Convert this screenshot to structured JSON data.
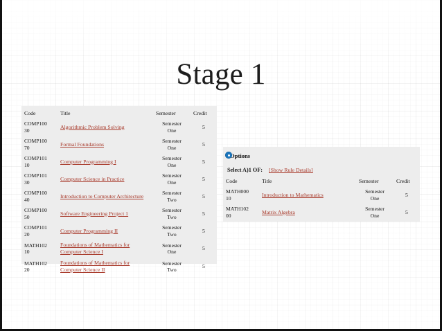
{
  "slide": {
    "title": "Stage 1",
    "link_color": "#a8392a",
    "panel_bg": "#ededed",
    "badge_color": "#1b75bb"
  },
  "core_table": {
    "headers": {
      "code": "Code",
      "title": "Title",
      "semester": "Semester",
      "credit": "Credit"
    },
    "rows": [
      {
        "code": "COMP100\n30",
        "title": "Algorithmic Problem Solving",
        "semester": "Semester\nOne",
        "credit": "5"
      },
      {
        "code": "COMP100\n70",
        "title": "Formal Foundations",
        "semester": "Semester\nOne",
        "credit": "5"
      },
      {
        "code": "COMP101\n10",
        "title": "Computer Programming I",
        "semester": "Semester\nOne",
        "credit": "5"
      },
      {
        "code": "COMP101\n30",
        "title": "Computer Science in Practice",
        "semester": "Semester\nOne",
        "credit": "5"
      },
      {
        "code": "COMP100\n40",
        "title": "Introduction to Computer Architecture",
        "semester": "Semester\nTwo",
        "credit": "5"
      },
      {
        "code": "COMP100\n50",
        "title": "Software Engineering Project 1",
        "semester": "Semester\nTwo",
        "credit": "5"
      },
      {
        "code": "COMP101\n20",
        "title": "Computer Programming II",
        "semester": "Semester\nTwo",
        "credit": "5"
      },
      {
        "code": "MATH102\n10",
        "title": "Foundations of Mathematics for Computer Science I",
        "semester": "Semester\nOne",
        "credit": "5"
      },
      {
        "code": "MATH102\n20",
        "title": "Foundations of Mathematics for Computer Science II",
        "semester": "Semester\nTwo",
        "credit": "5"
      }
    ]
  },
  "options_panel": {
    "heading": "Options",
    "badge_icon": "info-badge-icon",
    "rule_label": "Select A)1 OF:",
    "rule_details_link": "[Show Rule Details]",
    "headers": {
      "code": "Code",
      "title": "Title",
      "semester": "Semester",
      "credit": "Credit"
    },
    "rows": [
      {
        "code": "MATH000\n10",
        "title": "Introduction to Mathematics",
        "semester": "Semester\nOne",
        "credit": "5"
      },
      {
        "code": "MATH102\n00",
        "title": "Matrix Algebra",
        "semester": "Semester\nOne",
        "credit": "5"
      }
    ]
  }
}
